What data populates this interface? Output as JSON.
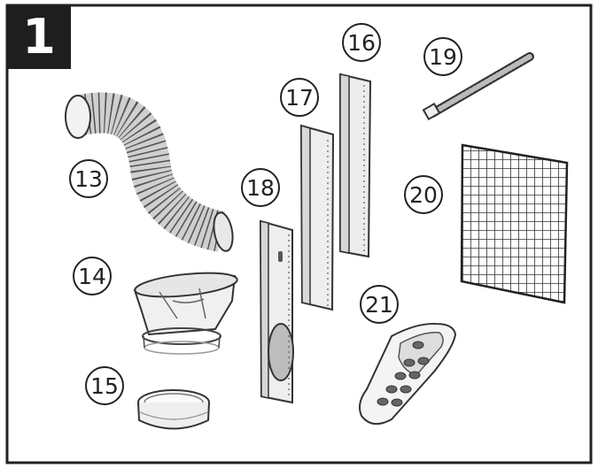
{
  "step": {
    "number": "1"
  },
  "callouts": {
    "hose": "13",
    "window_adapter": "14",
    "exhaust_connector": "15",
    "window_panel_large": "16",
    "window_panel_medium": "17",
    "window_panel_with_hole": "18",
    "screw_bolt": "19",
    "filter_mesh": "20",
    "remote_control": "21"
  }
}
